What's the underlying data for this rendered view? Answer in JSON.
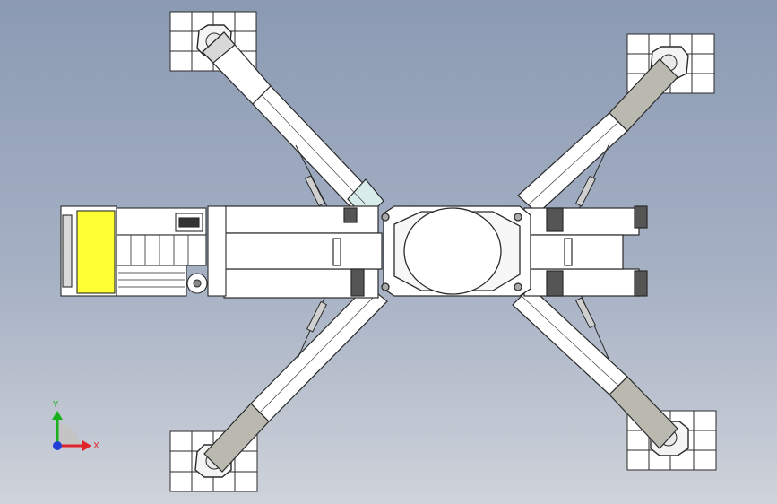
{
  "triad": {
    "x_label": "X",
    "y_label": "Y",
    "x_color": "#e0242a",
    "y_color": "#19b01e",
    "z_color": "#1f3fd6"
  },
  "colors": {
    "background_top": "#8b9ab3",
    "background_bottom": "#cfd3da",
    "metal": "#ffffff",
    "outline": "#2a2a2a",
    "cab": "#ffff33",
    "cylinder": "#b9b9b0"
  },
  "outrigger_pads": [
    {
      "name": "pad-top-left"
    },
    {
      "name": "pad-top-right"
    },
    {
      "name": "pad-bottom-left"
    },
    {
      "name": "pad-bottom-right"
    }
  ]
}
